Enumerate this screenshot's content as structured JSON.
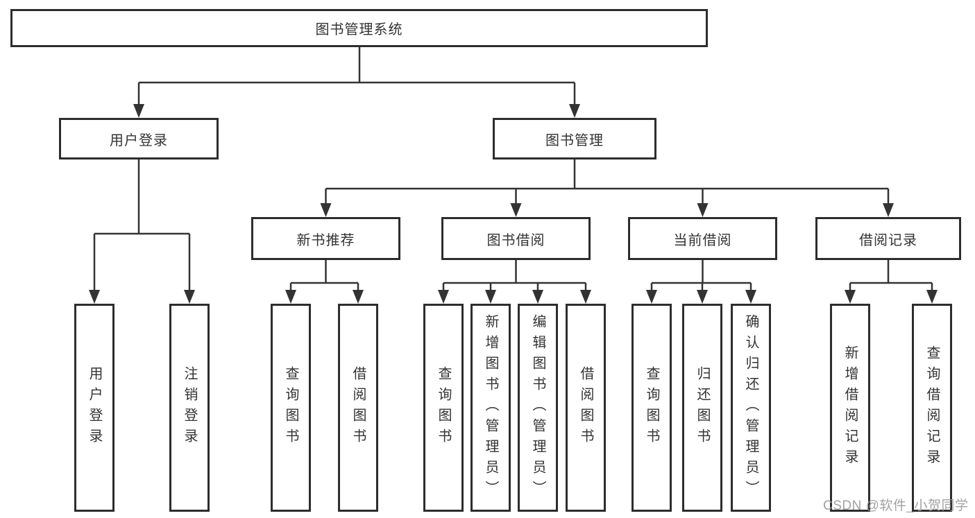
{
  "colors": {
    "line": "#333333",
    "border": "#2d2d2d",
    "text": "#333333",
    "background": "#ffffff",
    "watermark": "#9a9a9a"
  },
  "watermark": {
    "text": "CSDN @软件_小贺同学"
  },
  "tree": {
    "root": {
      "label": "图书管理系统"
    },
    "children": [
      {
        "label": "用户登录",
        "children": [
          {
            "label": "用户登录"
          },
          {
            "label": "注销登录"
          }
        ]
      },
      {
        "label": "图书管理",
        "children": [
          {
            "label": "新书推荐",
            "children": [
              {
                "label": "查询图书"
              },
              {
                "label": "借阅图书"
              }
            ]
          },
          {
            "label": "图书借阅",
            "children": [
              {
                "label": "查询图书"
              },
              {
                "label": "新增图书（管理员）"
              },
              {
                "label": "编辑图书（管理员）"
              },
              {
                "label": "借阅图书"
              }
            ]
          },
          {
            "label": "当前借阅",
            "children": [
              {
                "label": "查询图书"
              },
              {
                "label": "归还图书"
              },
              {
                "label": "确认归还（管理员）"
              }
            ]
          },
          {
            "label": "借阅记录",
            "children": [
              {
                "label": "新增借阅记录"
              },
              {
                "label": "查询借阅记录"
              }
            ]
          }
        ]
      }
    ]
  }
}
